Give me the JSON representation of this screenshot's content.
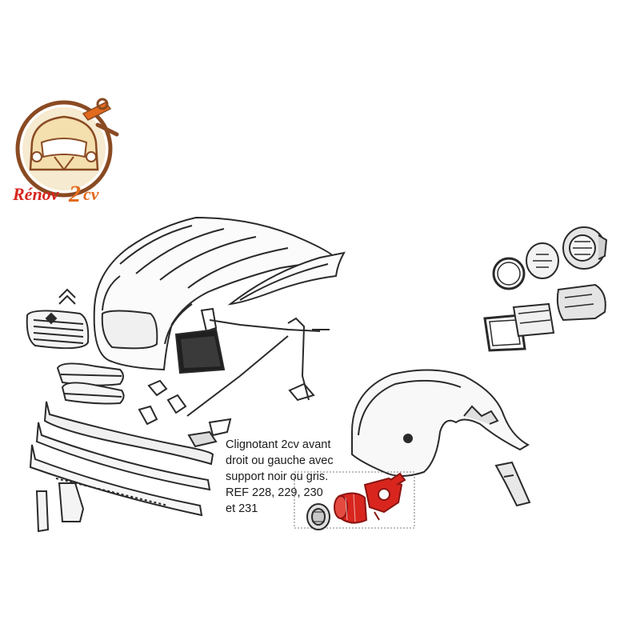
{
  "logo": {
    "brand_prefix": "Rénov",
    "brand_number": "2",
    "brand_suffix": "cv"
  },
  "caption": {
    "lines": [
      "Clignotant 2cv avant",
      "droit ou gauche avec",
      "support noir ou gris.",
      "REF 228, 229, 230",
      "et 231"
    ]
  },
  "colors": {
    "line": "#2a2a2a",
    "highlight": "#d8261f",
    "logo_brown": "#8a4a22",
    "logo_orange": "#e36a1e",
    "logo_cream": "#f4dfae"
  }
}
